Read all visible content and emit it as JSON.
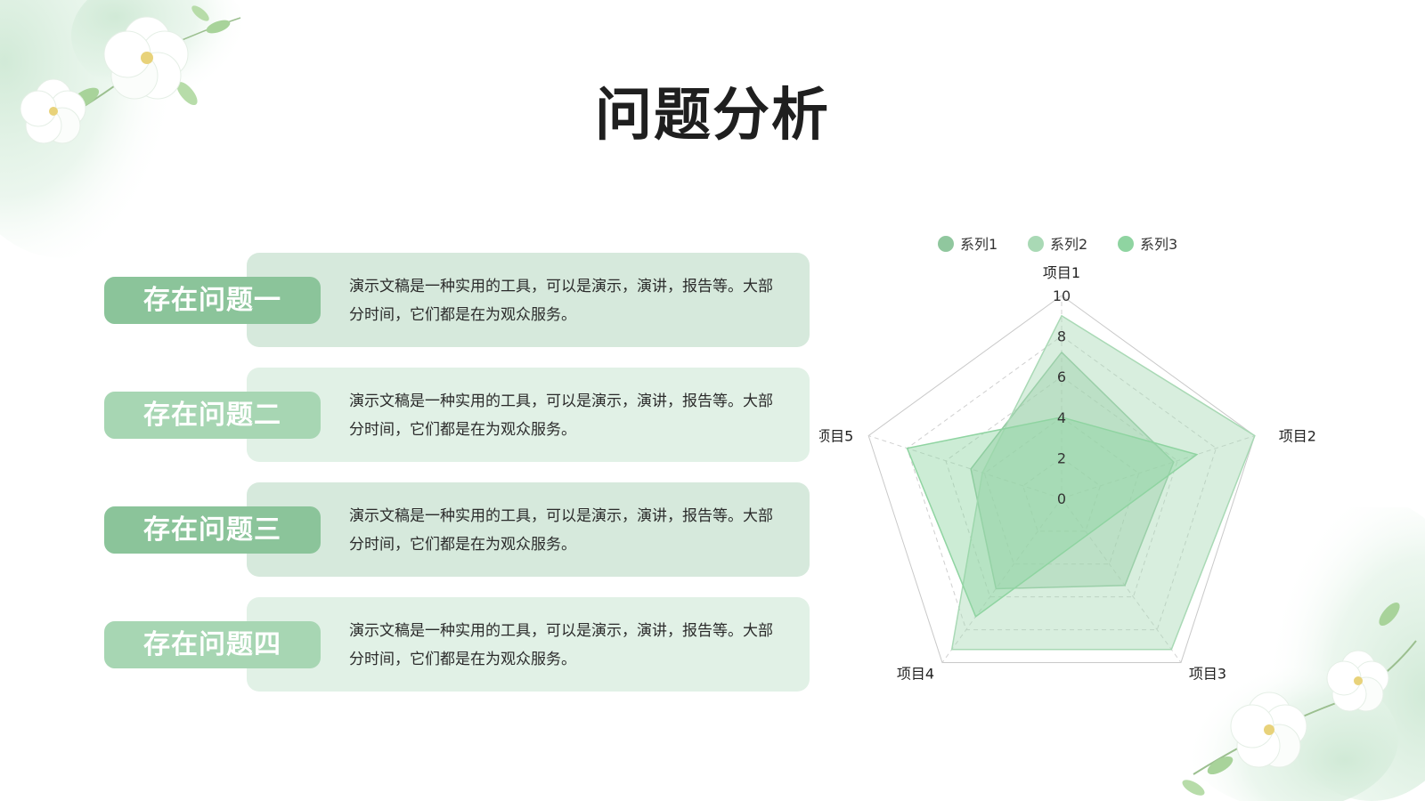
{
  "title": "问题分析",
  "issues": [
    {
      "label": "存在问题一",
      "text": "演示文稿是一种实用的工具，可以是演示，演讲，报告等。大部分时间，它们都是在为观众服务。",
      "tag_color": "#8bc49a",
      "panel_color": "#d6e9dc"
    },
    {
      "label": "存在问题二",
      "text": "演示文稿是一种实用的工具，可以是演示，演讲，报告等。大部分时间，它们都是在为观众服务。",
      "tag_color": "#a7d6b3",
      "panel_color": "#e1f1e6"
    },
    {
      "label": "存在问题三",
      "text": "演示文稿是一种实用的工具，可以是演示，演讲，报告等。大部分时间，它们都是在为观众服务。",
      "tag_color": "#8bc49a",
      "panel_color": "#d6e9dc"
    },
    {
      "label": "存在问题四",
      "text": "演示文稿是一种实用的工具，可以是演示，演讲，报告等。大部分时间，它们都是在为观众服务。",
      "tag_color": "#a7d6b3",
      "panel_color": "#e1f1e6"
    }
  ],
  "chart_data": {
    "type": "radar",
    "categories": [
      "项目1",
      "项目2",
      "项目3",
      "项目4",
      "项目5"
    ],
    "series": [
      {
        "name": "系列1",
        "values": [
          7.2,
          5.8,
          5.3,
          5.5,
          4.7
        ],
        "color": "#90c79e"
      },
      {
        "name": "系列2",
        "values": [
          9,
          10,
          9.2,
          9.2,
          4.1
        ],
        "color": "#a9d9b5"
      },
      {
        "name": "系列3",
        "values": [
          4,
          7,
          2.2,
          7.2,
          8
        ],
        "color": "#8fd4a1"
      }
    ],
    "r_ticks": [
      "0",
      "2",
      "4",
      "6",
      "8",
      "10"
    ],
    "rlim": [
      0,
      10
    ],
    "legend": "top",
    "grid": true
  }
}
